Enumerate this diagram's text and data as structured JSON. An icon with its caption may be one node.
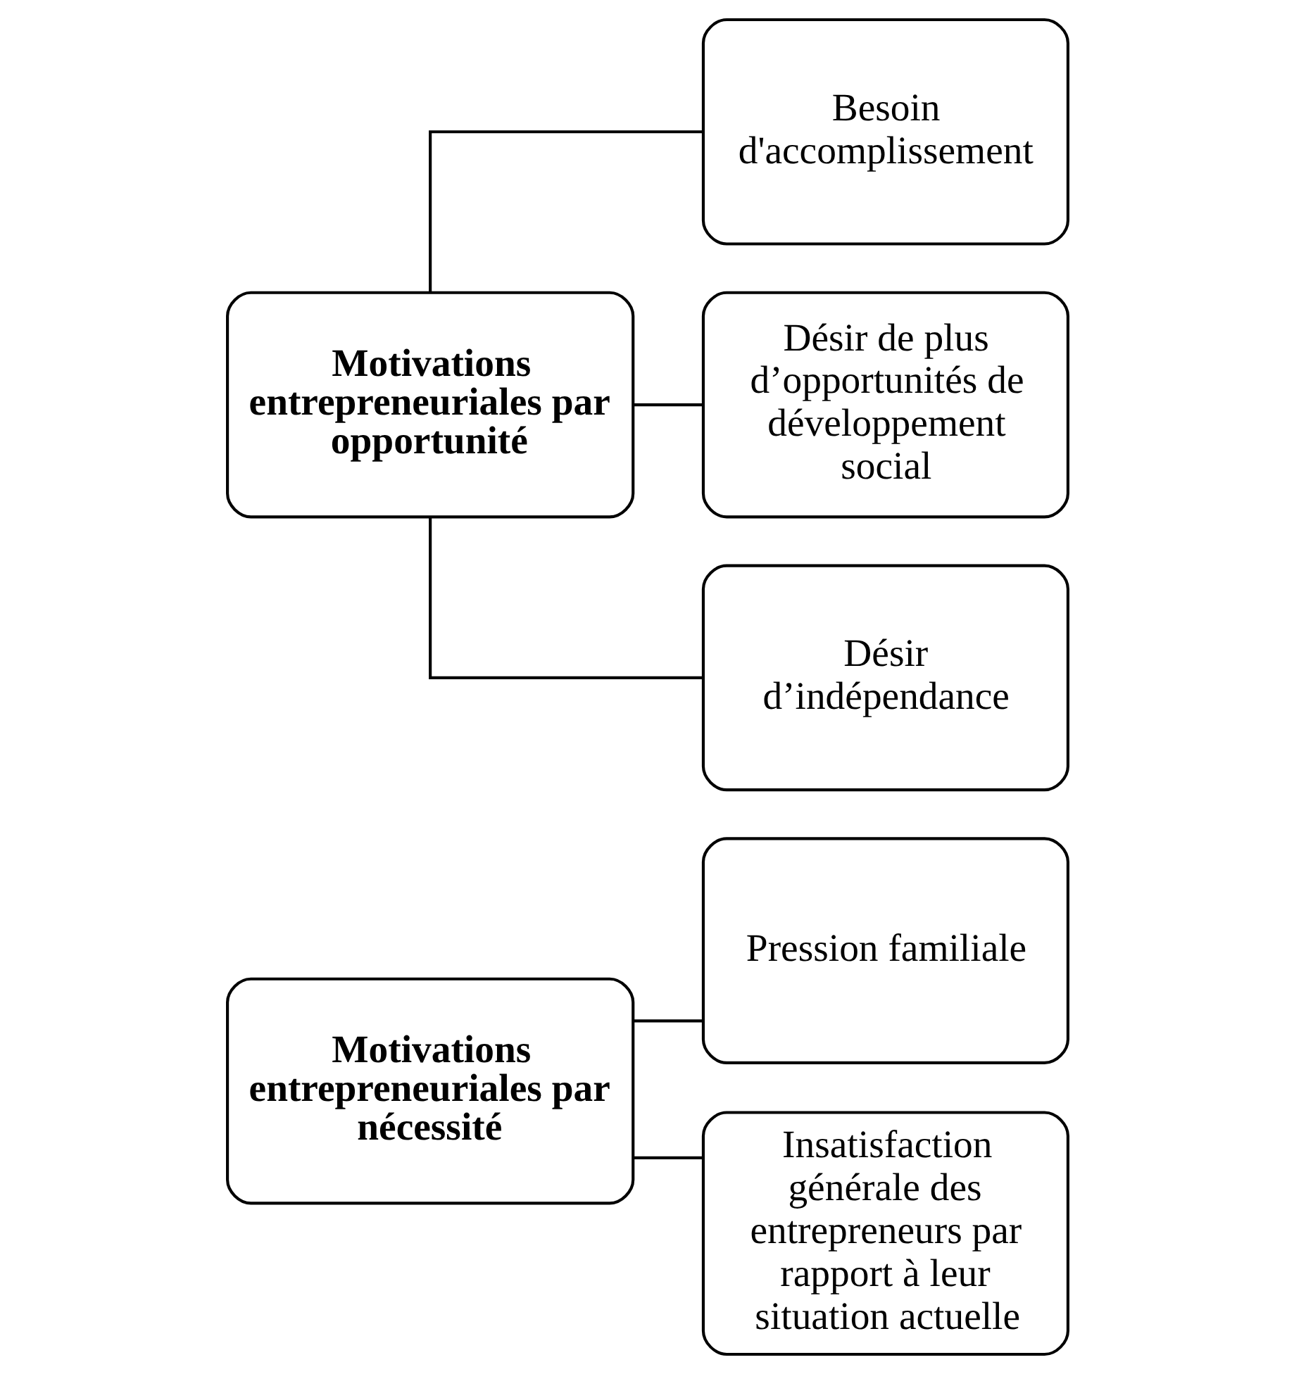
{
  "diagram": {
    "nodes": [
      {
        "text": [
          "Motivations entrepreneuriales par nécessité"
        ]
      },
      {
        "text": [
          "Pression familiale"
        ]
      },
      {
        "text": [
          "Insatisfaction générale des entrepreneurs par rapport à leur situation actuelle"
        ]
      },
      {
        "text": [
          "Motivations entrepreneuriales par opportunité"
        ]
      },
      {
        "text": [
          "Besoin d'accomplissement"
        ]
      },
      {
        "text": [
          "Désir de plus d’opportunités de développement social"
        ]
      },
      {
        "text": [
          "Désir d’indépendance"
        ]
      }
    ],
    "edges": [
      {
        "from": 0,
        "to": 1,
        "arrow": "none"
      },
      {
        "from": 0,
        "to": 2,
        "arrow": "none"
      },
      {
        "from": 3,
        "to": 4,
        "arrow": "none"
      },
      {
        "from": 3,
        "to": 5,
        "arrow": "none"
      },
      {
        "from": 3,
        "to": 6,
        "arrow": "none"
      }
    ]
  }
}
